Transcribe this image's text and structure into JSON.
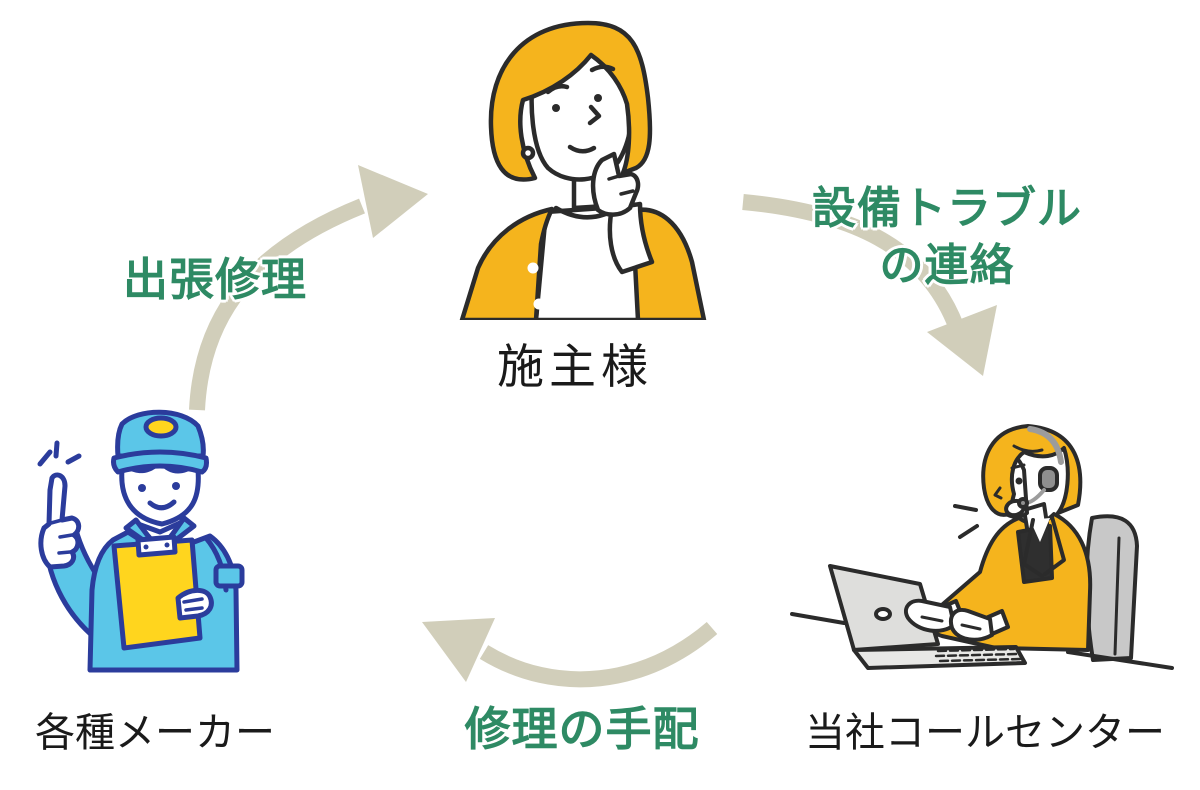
{
  "diagram": {
    "type": "cycle",
    "nodes": {
      "client": {
        "label": "施主様"
      },
      "call_center": {
        "label": "当社コールセンター"
      },
      "manufacturers": {
        "label": "各種メーカー"
      }
    },
    "flows": {
      "trouble_report": {
        "from": "施主様",
        "to": "当社コールセンター",
        "label": "設備トラブルの連絡",
        "line1": "設備トラブル",
        "line2": "の連絡"
      },
      "repair_arrangement": {
        "from": "当社コールセンター",
        "to": "各種メーカー",
        "label": "修理の手配"
      },
      "onsite_repair": {
        "from": "各種メーカー",
        "to": "施主様",
        "label": "出張修理"
      }
    },
    "colors": {
      "flow_label_green": "#2E8A64",
      "arrow_beige": "#D1CEBA",
      "figure_yellow": "#F5B41D",
      "worker_light_blue": "#5BC6E8",
      "worker_outline_navy": "#2B3C9C",
      "clipboard_yellow": "#FFD51E",
      "outline_dark": "#2B2B2B",
      "caption_black": "#1A1A1A"
    }
  }
}
